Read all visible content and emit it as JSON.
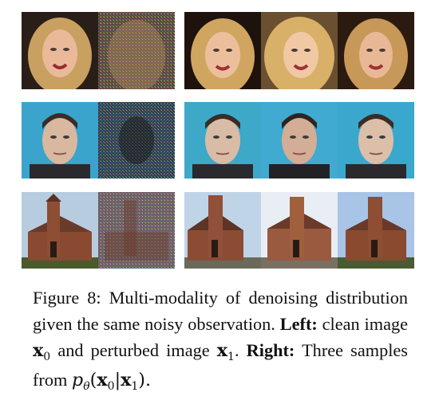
{
  "caption": {
    "label": "Figure 8:",
    "text_1": "Multi-modality of denoising distribution given the same noisy observation.",
    "left_label": "Left:",
    "left_text": "clean image",
    "x0_base": "x",
    "x0_sub": "0",
    "and_text": "and perturbed image",
    "x1_base": "x",
    "x1_sub": "1",
    "period": ".",
    "right_label": "Right:",
    "right_text": "Three samples from",
    "p": "p",
    "theta": "θ",
    "cond_open": "(",
    "cond_x0": "x",
    "cond_x0_sub": "0",
    "bar": "|",
    "cond_x1": "x",
    "cond_x1_sub": "1",
    "cond_close": ")."
  }
}
